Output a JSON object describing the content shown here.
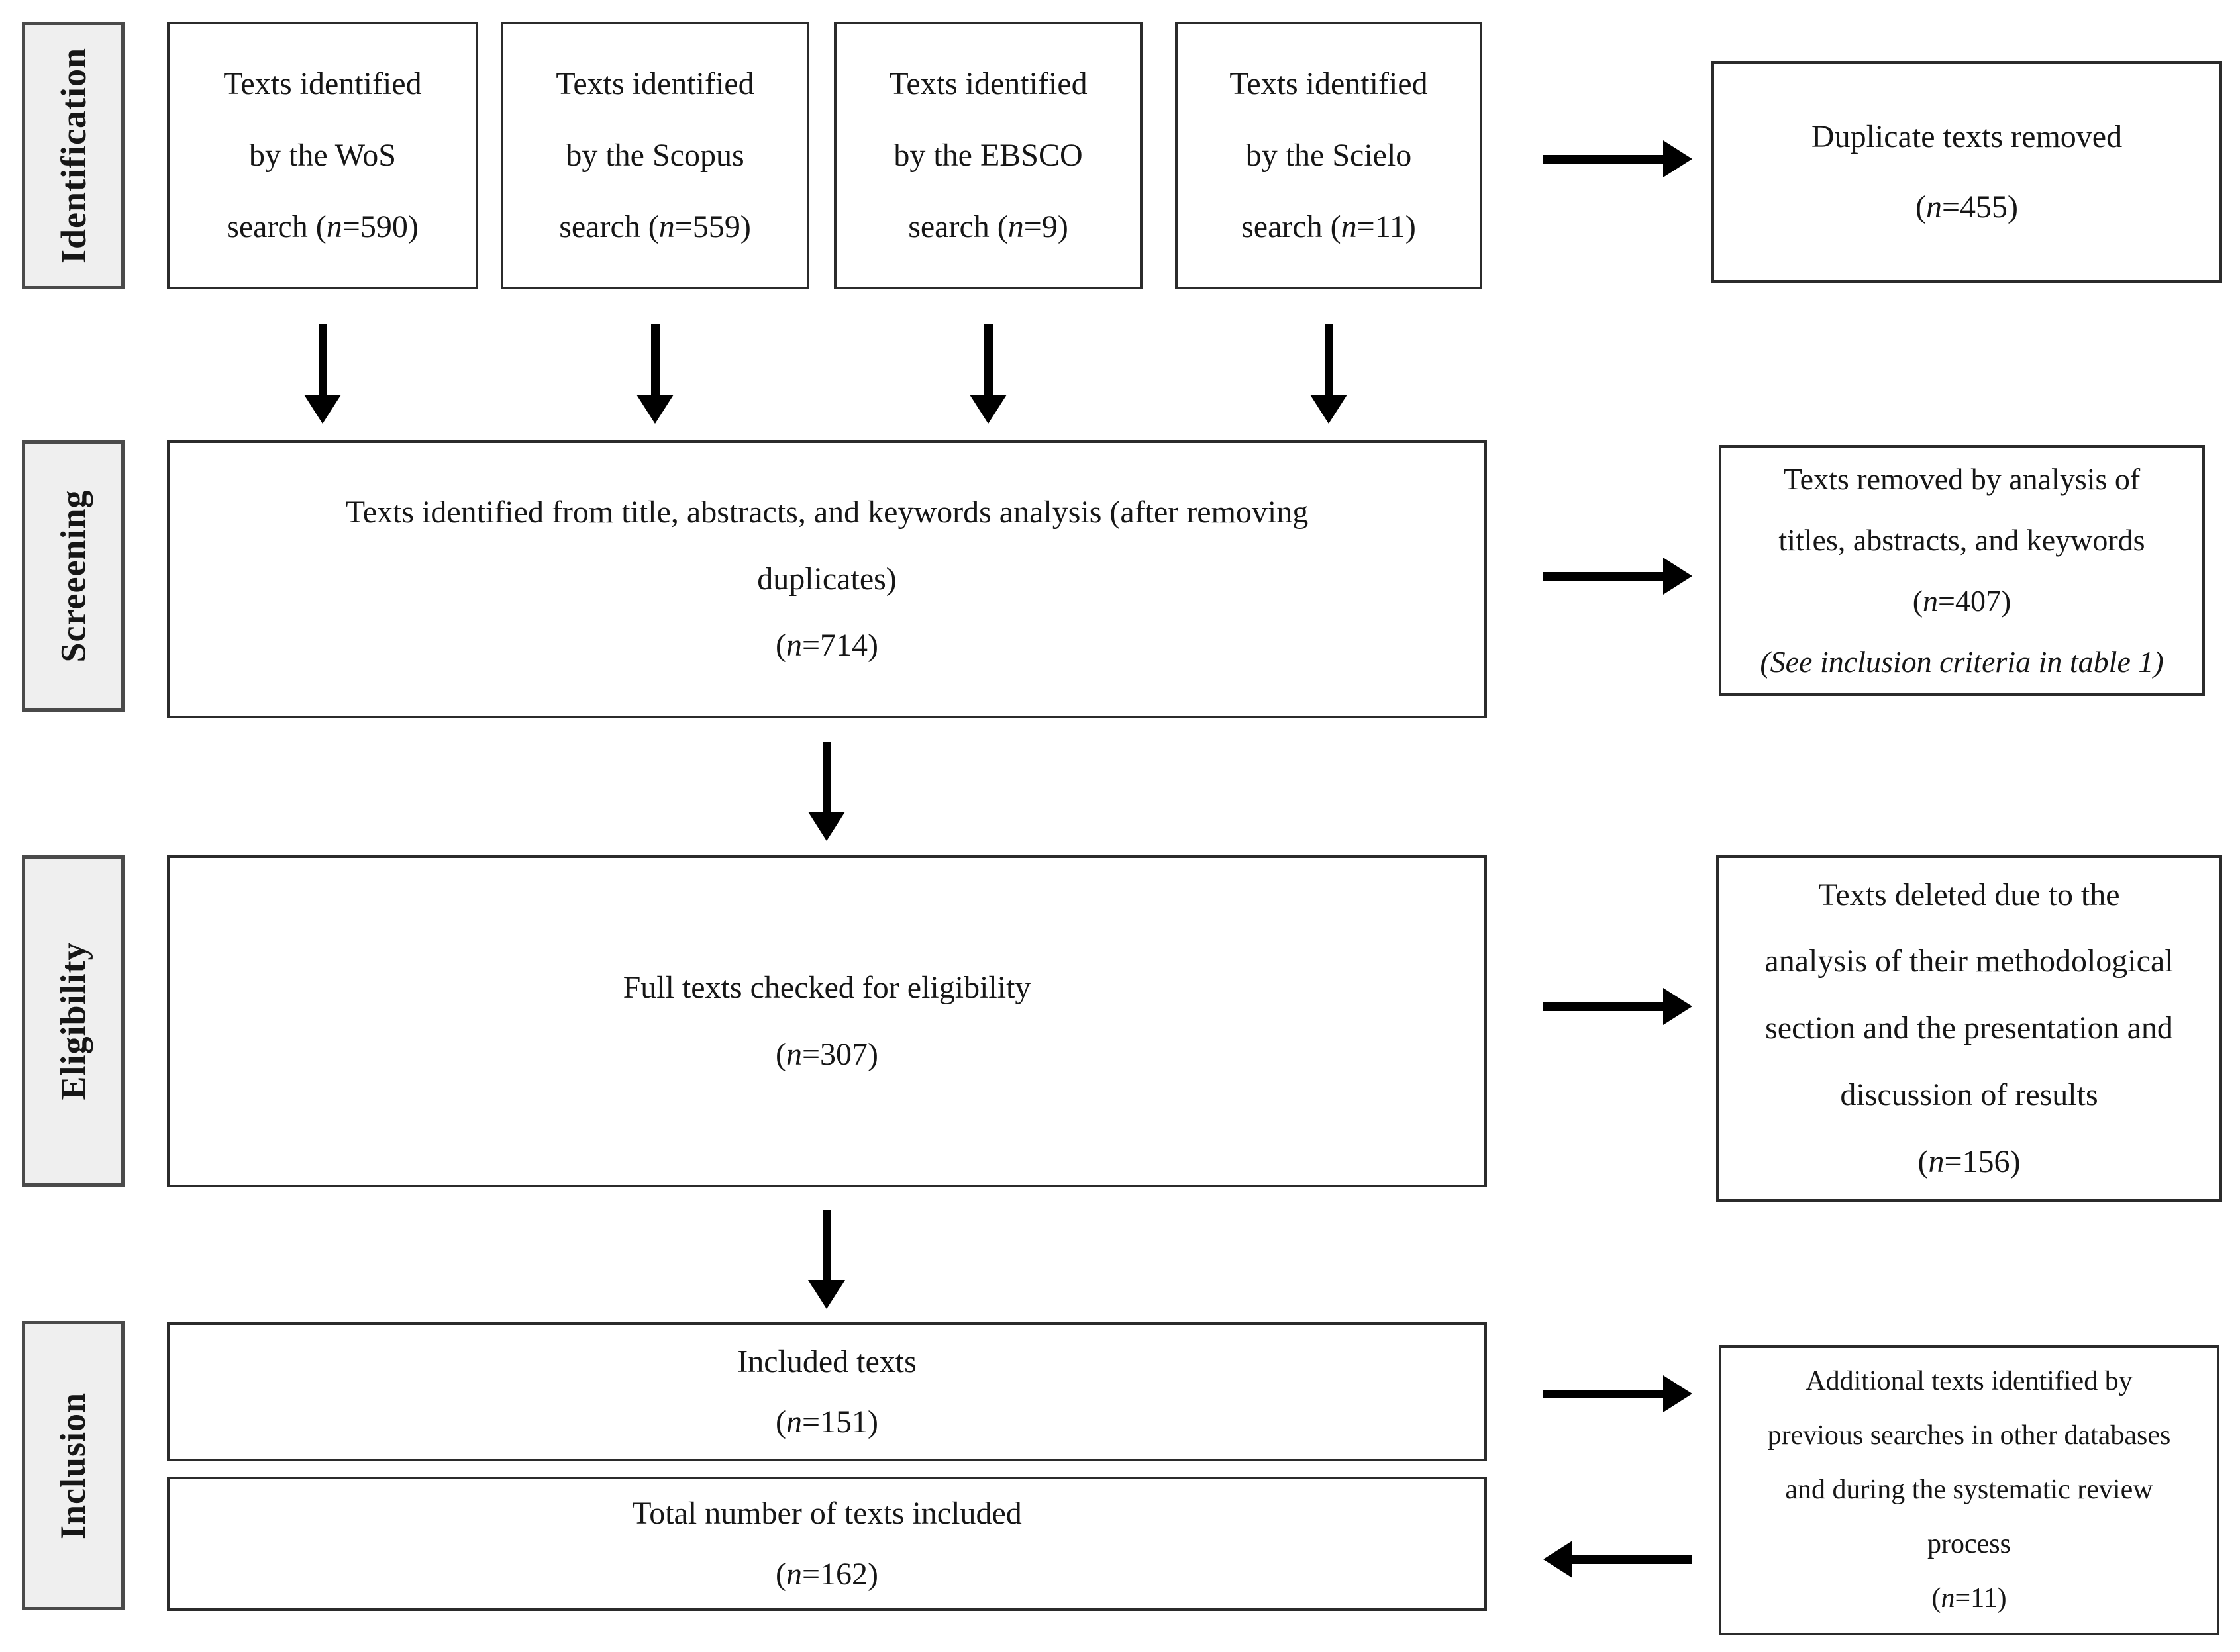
{
  "identification": {
    "stage_label": "Identification",
    "sources": [
      {
        "lines": [
          "Texts identified",
          "by the WoS",
          "search (n=590)"
        ]
      },
      {
        "lines": [
          "Texts identified",
          "by the Scopus",
          "search (n=559)"
        ]
      },
      {
        "lines": [
          "Texts identified",
          "by the EBSCO",
          "search (n=9)"
        ]
      },
      {
        "lines": [
          "Texts identified",
          "by the Scielo",
          "search (n=11)"
        ]
      }
    ],
    "removed": {
      "lines": [
        "Duplicate texts removed",
        "(n=455)"
      ]
    }
  },
  "screening": {
    "stage_label": "Screeening",
    "main": {
      "lines": [
        "Texts identified from title, abstracts, and keywords analysis (after removing",
        "duplicates)",
        "(n=714)"
      ]
    },
    "removed": {
      "lines": [
        "Texts removed by analysis of",
        "titles, abstracts, and keywords",
        "(n=407)",
        "(See inclusion criteria in table 1)"
      ]
    }
  },
  "eligibility": {
    "stage_label": "Eligibility",
    "main": {
      "lines": [
        "Full texts checked for eligibility",
        "(n=307)"
      ]
    },
    "removed": {
      "lines": [
        "Texts deleted due to the",
        "analysis of their methodological",
        "section and the presentation and",
        "discussion of results",
        "(n=156)"
      ]
    }
  },
  "inclusion": {
    "stage_label": "Inclusion",
    "included": {
      "lines": [
        "Included texts",
        "(n=151)"
      ]
    },
    "total": {
      "lines": [
        "Total number of texts included",
        "(n=162)"
      ]
    },
    "additional": {
      "lines": [
        "Additional texts identified by",
        "previous searches in other databases",
        "and during the systematic review",
        "process",
        "(n=11)"
      ]
    }
  },
  "colors": {
    "background": "#ffffff",
    "box_border": "#2b2b2b",
    "stage_fill": "#efefef",
    "stage_border": "#4a4a4a",
    "arrow": "#000000",
    "text": "#161616"
  }
}
